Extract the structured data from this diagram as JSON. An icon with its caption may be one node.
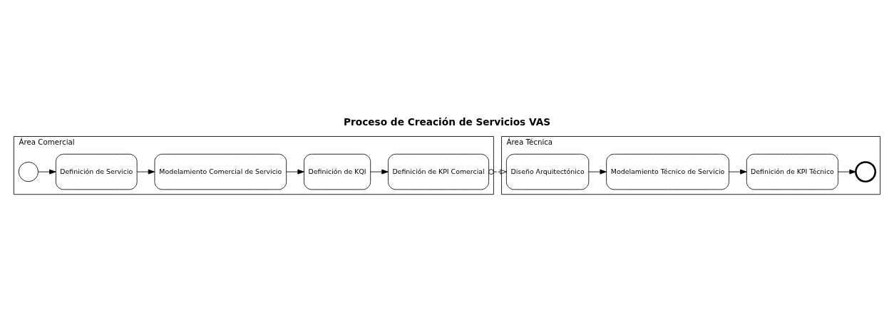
{
  "diagram": {
    "title": "Proceso de Creación de Servicios VAS",
    "nodes": [
      {
        "text": [
          "Área Comercial"
        ]
      },
      {
        "text": [],
        "shape": "circle",
        "in": 0
      },
      {
        "text": [
          "Definición de Servicio"
        ],
        "in": 0
      },
      {
        "text": [
          "Modelamiento Comercial de Servicio"
        ],
        "in": 0
      },
      {
        "text": [
          "Definición de KQI"
        ],
        "in": 0
      },
      {
        "text": [
          "Definición de KPI Comercial"
        ],
        "in": 0
      },
      {
        "text": [
          "Área Técnica"
        ]
      },
      {
        "text": [
          "Diseño Arquitectónico"
        ],
        "in": 6
      },
      {
        "text": [
          "Modelamiento Técnico de Servicio"
        ],
        "in": 6
      },
      {
        "text": [
          "Definición de KPI Técnico"
        ],
        "in": 6
      },
      {
        "text": [],
        "shape": "circle",
        "in": 6
      }
    ],
    "edges": [
      {
        "from": 1,
        "to": 2,
        "arrow": "to"
      },
      {
        "from": 2,
        "to": 3,
        "arrow": "to"
      },
      {
        "from": 3,
        "to": 4,
        "arrow": "to"
      },
      {
        "from": 4,
        "to": 5,
        "arrow": "to"
      },
      {
        "from": 5,
        "to": 7,
        "arrow": "to",
        "style": "dashed"
      },
      {
        "from": 7,
        "to": 8,
        "arrow": "to"
      },
      {
        "from": 8,
        "to": 9,
        "arrow": "to"
      },
      {
        "from": 9,
        "to": 10,
        "arrow": "to"
      }
    ]
  }
}
